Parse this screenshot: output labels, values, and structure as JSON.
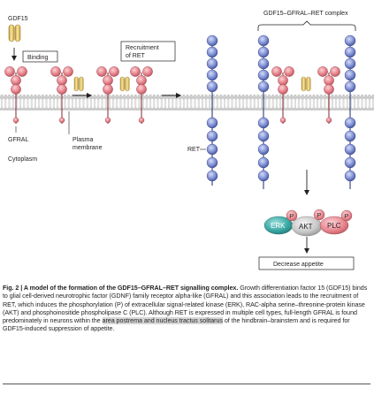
{
  "labels": {
    "gdf15": "GDF15",
    "complex": "GDF15–GFRAL–RET complex",
    "binding": "Binding",
    "recruitment_line1": "Recruitment",
    "recruitment_line2": "of RET",
    "gfral": "GFRAL",
    "plasma_line1": "Plasma",
    "plasma_line2": "membrane",
    "cytoplasm": "Cytoplasm",
    "ret": "RET",
    "erk": "ERK",
    "akt": "AKT",
    "plc": "PLC",
    "p": "P",
    "decrease": "Decrease appetite"
  },
  "caption": {
    "head": "Fig. 2 | A model of the formation of the GDF15–GFRAL–RET signalling complex.",
    "body_1": " Growth differentiation factor 15 (GDF15) binds to glial cell-derived neurotrophic factor (GDNF) family receptor alpha-like (GFRAL) and this association leads to the recruitment of RET, which induces the phosphorylation (P) of extracellular signal-related kinase (ERK), RAC-alpha serine–threonine-protein kinase (AKT) and phosphoinositide phospholipase C (PLC). Although RET is expressed in multiple cell types, full-length GFRAL is found predominately in neurons within the ",
    "highlight": "area postrema and nucleus tractus solitarus",
    "body_2": " of the hindbrain–brainstem and is required for GDF15-induced suppression of appetite."
  },
  "colors": {
    "gfral_pink": "#e8878f",
    "gfral_dark": "#b14c55",
    "ret_blue": "#7f8fd0",
    "ret_dark": "#3f4f98",
    "gdf15_yellow": "#f4d584",
    "kinase_teal": "#3aa8a4",
    "kinase_gray": "#c8c8c8",
    "plc_pink": "#e8878f",
    "membrane_gray": "#c7c7c7"
  }
}
